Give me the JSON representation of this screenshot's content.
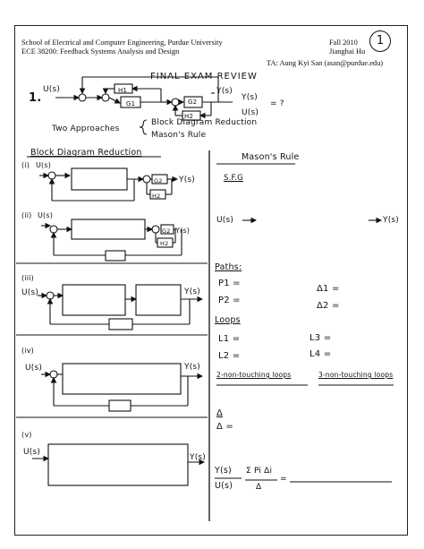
{
  "header": {
    "school": "School of Electrical and Computer Engineering, Purdue University",
    "course": "ECE 38200: Feedback Systems Analysis and Design",
    "term": "Fall 2010",
    "instructor": "Jianghai Hu",
    "ta": "TA: Aung Kyi San (asan@purdue.edu)",
    "page_number": "1"
  },
  "title": "FINAL EXAM REVIEW",
  "problem": {
    "number": "1.",
    "input": "U(s)",
    "output": "Y(s)",
    "tf_num": "Y(s)",
    "tf_den": "U(s)",
    "tf_suffix": "= ?",
    "blocks": [
      "H1",
      "G1",
      "G2",
      "H2"
    ],
    "approaches_label": "Two Approaches",
    "approach_1": "Block Diagram Reduction",
    "approach_2": "Mason's Rule"
  },
  "left": {
    "heading": "Block Diagram Reduction",
    "cases": [
      "(i)",
      "(ii)",
      "(iii)",
      "(iv)",
      "(v)"
    ],
    "input": "U(s)",
    "output": "Y(s)",
    "G2": "G2",
    "H2": "H2"
  },
  "right": {
    "heading": "Mason's Rule",
    "sfg": "S.F.G",
    "sfg_in": "U(s)",
    "sfg_out": "Y(s)",
    "paths": "Paths:",
    "p1": "P1 =",
    "p2": "P2 =",
    "d1": "Δ1 =",
    "d2": "Δ2 =",
    "loops": "Loops",
    "l1": "L1 =",
    "l2": "L2 =",
    "l3": "L3 =",
    "l4": "L4 =",
    "two_nt": "2-non-touching loops",
    "three_nt": "3-non-touching loops",
    "delta_sym": "Δ",
    "delta_eq": "Δ =",
    "final_num": "Y(s)",
    "final_den": "U(s)",
    "formula_num": "Σ Pi Δi",
    "formula_den": "Δ"
  }
}
